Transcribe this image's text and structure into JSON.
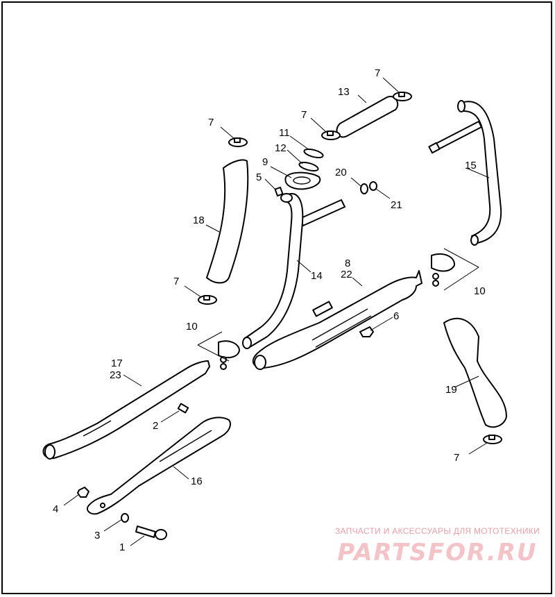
{
  "callouts": {
    "c1": "1",
    "c2": "2",
    "c3": "3",
    "c4": "4",
    "c5": "5",
    "c6": "6",
    "c7a": "7",
    "c7b": "7",
    "c7c": "7",
    "c7d": "7",
    "c7e": "7",
    "c8": "8",
    "c9": "9",
    "c10a": "10",
    "c10b": "10",
    "c11": "11",
    "c12": "12",
    "c13": "13",
    "c14": "14",
    "c15": "15",
    "c16": "16",
    "c17": "17",
    "c18": "18",
    "c19": "19",
    "c20": "20",
    "c21": "21",
    "c22": "22",
    "c23": "23"
  },
  "watermark": {
    "subtitle": "ЗАПЧАСТИ И АКСЕССУАРЫ ДЛЯ МОТОТЕХНИКИ",
    "logo": "PARTSFOR.RU"
  },
  "colors": {
    "line": "#000000",
    "watermark": "#f3c3c8"
  }
}
